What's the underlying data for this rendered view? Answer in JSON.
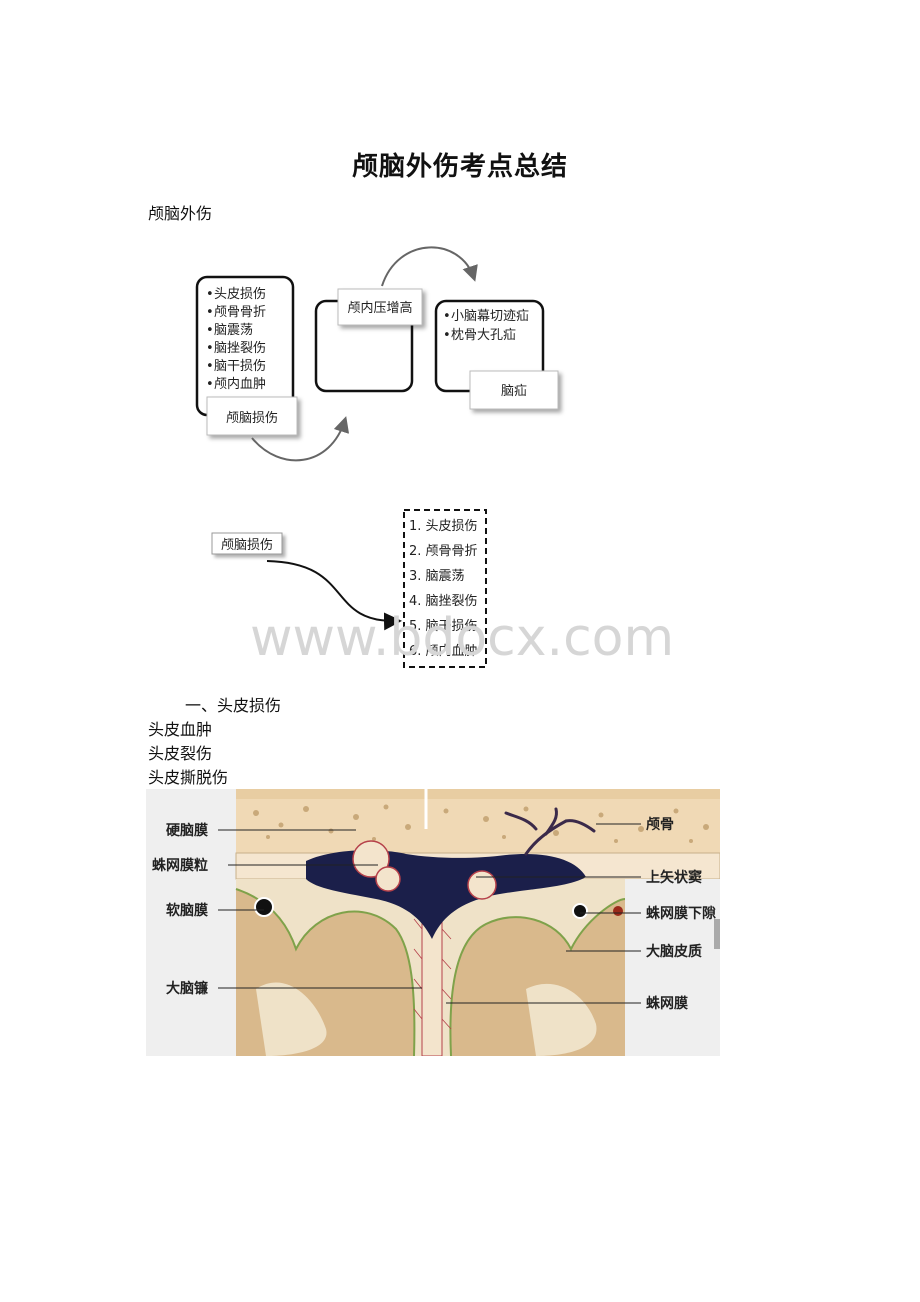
{
  "document": {
    "title": "颅脑外伤考点总结",
    "intro": "颅脑外伤",
    "section_1_heading": "一、头皮损伤",
    "section_1_items": [
      "头皮血肿",
      "头皮裂伤",
      "头皮撕脱伤"
    ]
  },
  "figure_1": {
    "left_box_items": [
      "头皮损伤",
      "颅骨骨折",
      "脑震荡",
      "脑挫裂伤",
      "脑干损伤",
      "颅内血肿"
    ],
    "left_label": "颅脑损伤",
    "middle_label": "颅内压增高",
    "right_box_items": [
      "小脑幕切迹疝",
      "枕骨大孔疝"
    ],
    "right_label": "脑疝"
  },
  "figure_2": {
    "source_label": "颅脑损伤",
    "list_items": [
      "1. 头皮损伤",
      "2. 颅骨骨折",
      "3. 脑震荡",
      "4. 脑挫裂伤",
      "5. 脑干损伤",
      "6. 颅内血肿"
    ]
  },
  "watermark": "www.bdocx.com",
  "figure_3": {
    "labels_left": [
      "硬脑膜",
      "蛛网膜粒",
      "软脑膜",
      "大脑镰"
    ],
    "labels_right": [
      "颅骨",
      "上矢状窦",
      "蛛网膜下隙",
      "大脑皮质",
      "蛛网膜"
    ]
  },
  "colors": {
    "sinus": "#1b1f4a",
    "skull": "#f0d9b5",
    "cortex": "#d9b98c",
    "white_matter": "#efe2c8",
    "pia": "#7fa24a",
    "vessel": "#b5414a"
  }
}
